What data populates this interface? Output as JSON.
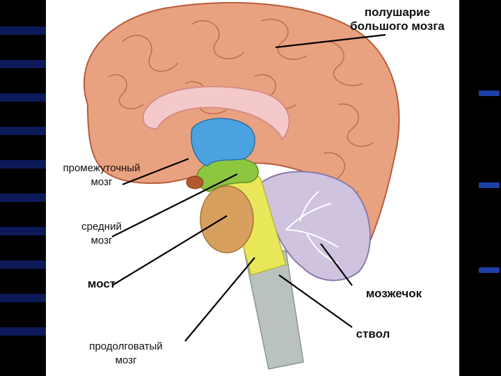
{
  "labels": {
    "hemisphere_line1": "полушарие",
    "hemisphere_line2": "большого мозга",
    "diencephalon_line1": "промежуточный",
    "diencephalon_line2": "мозг",
    "midbrain_line1": "средний",
    "midbrain_line2": "мозг",
    "pons": "мост",
    "medulla_line1": "продолговатый",
    "medulla_line2": "мозг",
    "cerebellum": "мозжечок",
    "brainstem": "ствол"
  },
  "colors": {
    "cortex": "#e9a27f",
    "cortex_dark": "#b85a3c",
    "corpus_callosum": "#f4c9c9",
    "diencephalon": "#4aa3e0",
    "midbrain": "#8dc63f",
    "pons_yellow": "#e8e85a",
    "pons_body": "#d8a05e",
    "cerebellum": "#cfc3e0",
    "stem_gray": "#b9c2bd"
  }
}
